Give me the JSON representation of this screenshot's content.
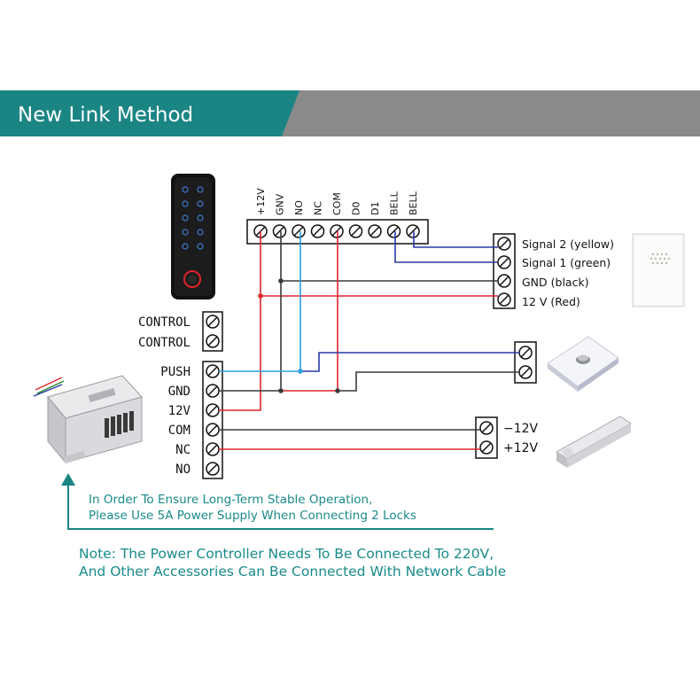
{
  "header": {
    "title": "New Link Method",
    "band_color": "#1b8584",
    "gray_color": "#8a8a8a"
  },
  "reader_terminals": [
    "+12V",
    "GNV",
    "NO",
    "NC",
    "COM",
    "D0",
    "D1",
    "BELL",
    "BELL"
  ],
  "controller_terminals": {
    "control_1": "CONTROL",
    "control_2": "CONTROL",
    "push": "PUSH",
    "gnd": "GND",
    "v12": "12V",
    "com": "COM",
    "nc": "NC",
    "no": "NO"
  },
  "doorbell_terminals": {
    "signal2": "Signal 2 (yellow)",
    "signal1": "Signal 1 (green)",
    "gnd": "GND  (black)",
    "v12": "12 V  (Red)"
  },
  "lock_terminals": {
    "minus": "−12V",
    "plus": "+12V"
  },
  "notes": {
    "stability_line1": "In Order To Ensure Long-Term Stable Operation,",
    "stability_line2": "Please Use 5A Power Supply When Connecting 2 Locks",
    "note_line1": "Note: The Power Controller Needs To Be Connected To 220V,",
    "note_line2": "And Other Accessories Can Be Connected With  Network Cable"
  },
  "wire_colors": {
    "red": "#e0242a",
    "black": "#3a3a3a",
    "blue": "#2a3aa8",
    "light_blue": "#2aa0dc",
    "teal_arrow": "#1b8584"
  },
  "icons": [
    "keypad-reader-icon",
    "doorbell-icon",
    "exit-button-icon",
    "magnetic-lock-icon",
    "power-supply-icon"
  ]
}
